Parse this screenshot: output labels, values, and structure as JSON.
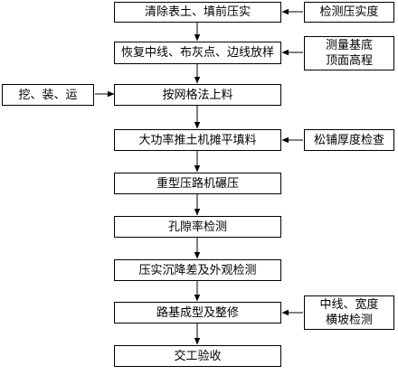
{
  "main_steps": [
    "清除表土、填前压实",
    "恢复中线、布灰点、边线放样",
    "按网格法上料",
    "大功率推土机摊平填料",
    "重型压路机碾压",
    "孔隙率检测",
    "压实沉降差及外观检测",
    "路基成型及整修",
    "交工验收"
  ],
  "side_inputs": {
    "compaction_check": "检测压实度",
    "survey_elevation": [
      "测量基底",
      "顶面高程"
    ],
    "excavate_load_haul": "挖、装、运",
    "loose_thickness_check": "松铺厚度检查",
    "centerline_width_slope": [
      "中线、宽度",
      "横坡检测"
    ]
  }
}
